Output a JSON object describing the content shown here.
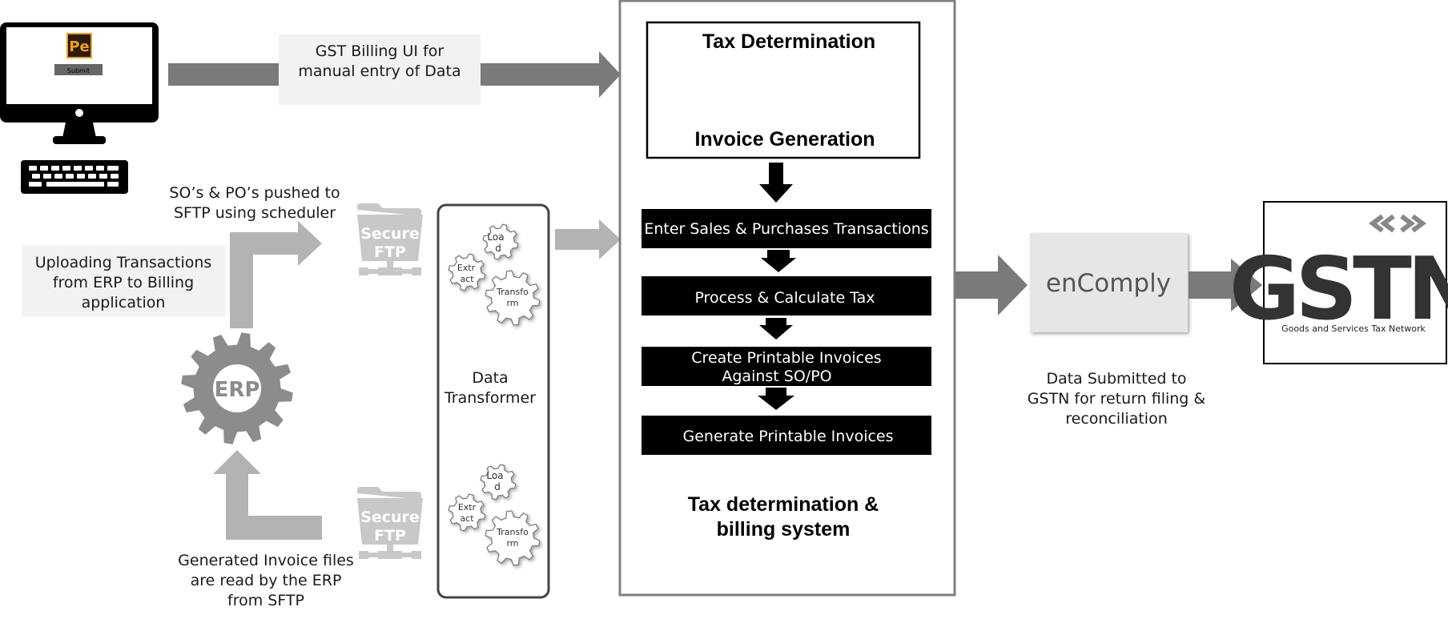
{
  "monitor": {
    "app_badge": "Pe",
    "submit_label": "Submit"
  },
  "gst_billing_ui": {
    "line1": "GST Billing UI for",
    "line2": "manual  entry of Data"
  },
  "scheduler_note": {
    "line1": "SO’s & PO’s pushed to",
    "line2": "SFTP using scheduler"
  },
  "upload_note": {
    "line1": "Uploading Transactions",
    "line2": "from ERP to Billing",
    "line3": "application"
  },
  "erp": {
    "label": "ERP"
  },
  "invoice_note": {
    "line1": "Generated Invoice files",
    "line2": "are read by the ERP",
    "line3": "from SFTP"
  },
  "sftp": {
    "line1": "Secure",
    "line2": "FTP"
  },
  "gears": {
    "load1": "Loa",
    "load2": "d",
    "extract1": "Extr",
    "extract2": "act",
    "transform1": "Transfo",
    "transform2": "rm",
    "extract_top1": "Extr",
    "extract_top2": "act"
  },
  "data_transformer": {
    "line1": "Data",
    "line2": "Transformer"
  },
  "tax_system": {
    "header_top": "Tax Determination",
    "header_bottom": "Invoice Generation",
    "step1": "Enter Sales & Purchases Transactions",
    "step2": "Process & Calculate Tax",
    "step3_line1": "Create Printable Invoices",
    "step3_line2": "Against SO/PO",
    "step4": "Generate Printable Invoices",
    "title_line1": "Tax determination &",
    "title_line2": "billing system"
  },
  "encomply": {
    "label": "enComply"
  },
  "gstn_note": {
    "line1": "Data Submitted to",
    "line2": "GSTN for return filing &",
    "line3": "reconciliation"
  },
  "gstn_logo": {
    "letters": "GSTN",
    "caption": "Goods and Services Tax Network"
  },
  "colors": {
    "dark_arrow": "#7a7a7a",
    "light_arrow": "#b3b3b3",
    "step_bg": "#000000",
    "encomply_bg": "#e6e6e6"
  }
}
